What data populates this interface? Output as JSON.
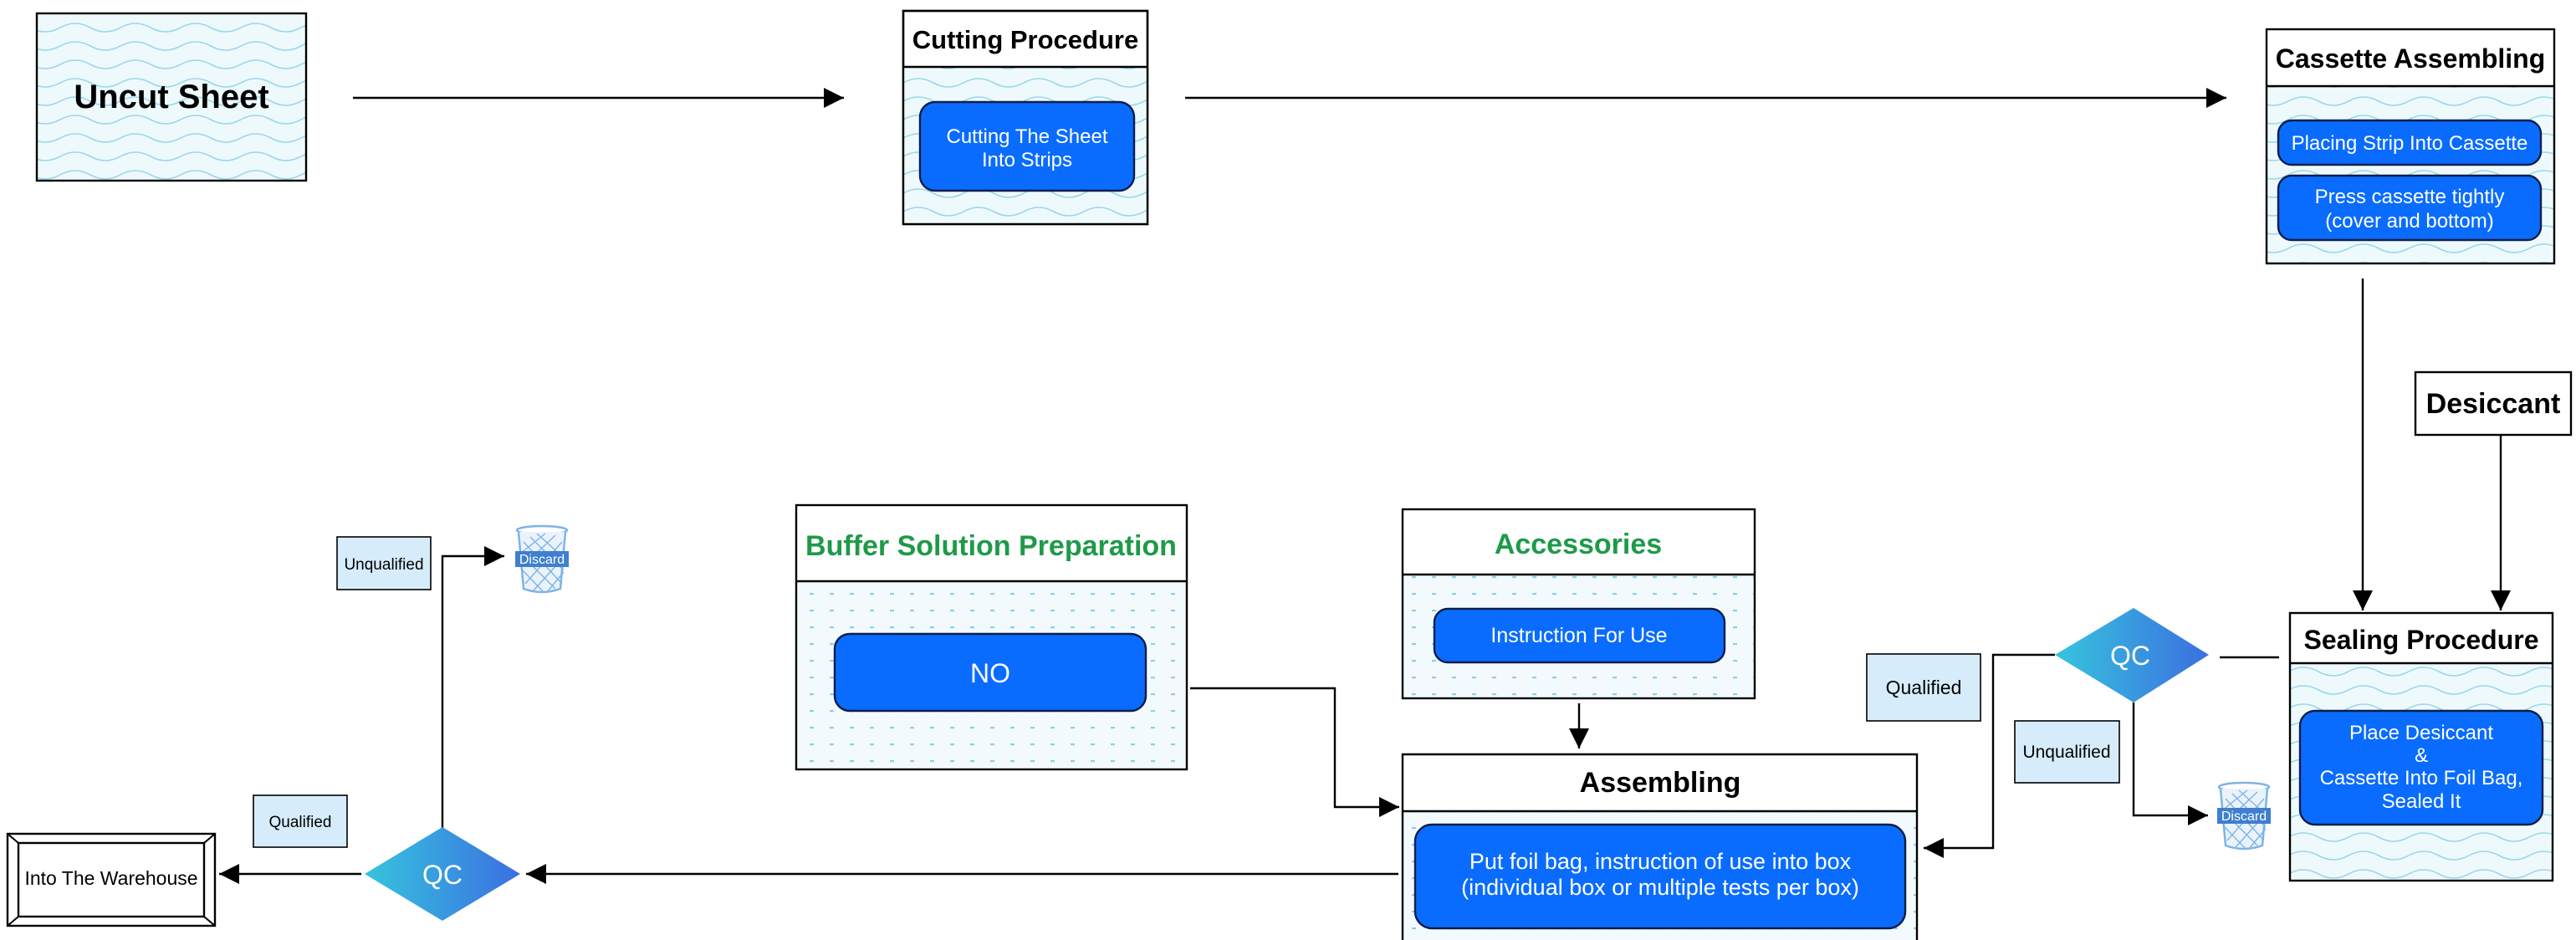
{
  "colors": {
    "process_blue": "#0a6cff",
    "process_border": "#0a1e4a",
    "wave_bg": "#eef9fc",
    "wave_line": "#9ad7ea",
    "dot_bg": "#f2fafe",
    "dot_color": "#8dcfe6",
    "green_title": "#1e9a48",
    "label_fill": "#d6ecfb",
    "qc_start": "#36c4de",
    "qc_end": "#3b6fe0",
    "bin_color": "#7fb3e6"
  },
  "nodes": {
    "uncut_sheet": "Uncut Sheet",
    "cutting": {
      "title": "Cutting Procedure",
      "step": [
        "Cutting The Sheet",
        "Into Strips"
      ]
    },
    "cassette": {
      "title": "Cassette Assembling",
      "step1": "Placing Strip Into Cassette",
      "step2": [
        "Press cassette tightly",
        "(cover and bottom)"
      ]
    },
    "desiccant": "Desiccant",
    "sealing": {
      "title": "Sealing Procedure",
      "step": [
        "Place Desiccant",
        "&",
        "Cassette Into Foil Bag,",
        "Sealed It"
      ]
    },
    "buffer": {
      "title": "Buffer Solution Preparation",
      "step": "NO"
    },
    "accessories": {
      "title": "Accessories",
      "step": "Instruction For Use"
    },
    "assembling": {
      "title": "Assembling",
      "step": [
        "Put foil bag, instruction of use into box",
        "(individual box or multiple tests per box)"
      ]
    },
    "warehouse": "Into The Warehouse"
  },
  "decisions": {
    "qc_right": "QC",
    "qc_left": "QC"
  },
  "labels": {
    "qualified_right": "Qualified",
    "unqualified_right": "Unqualified",
    "qualified_left": "Qualified",
    "unqualified_left": "Unqualified",
    "discard": "Discard"
  },
  "icons": {
    "discard": "trash-bin-icon"
  }
}
